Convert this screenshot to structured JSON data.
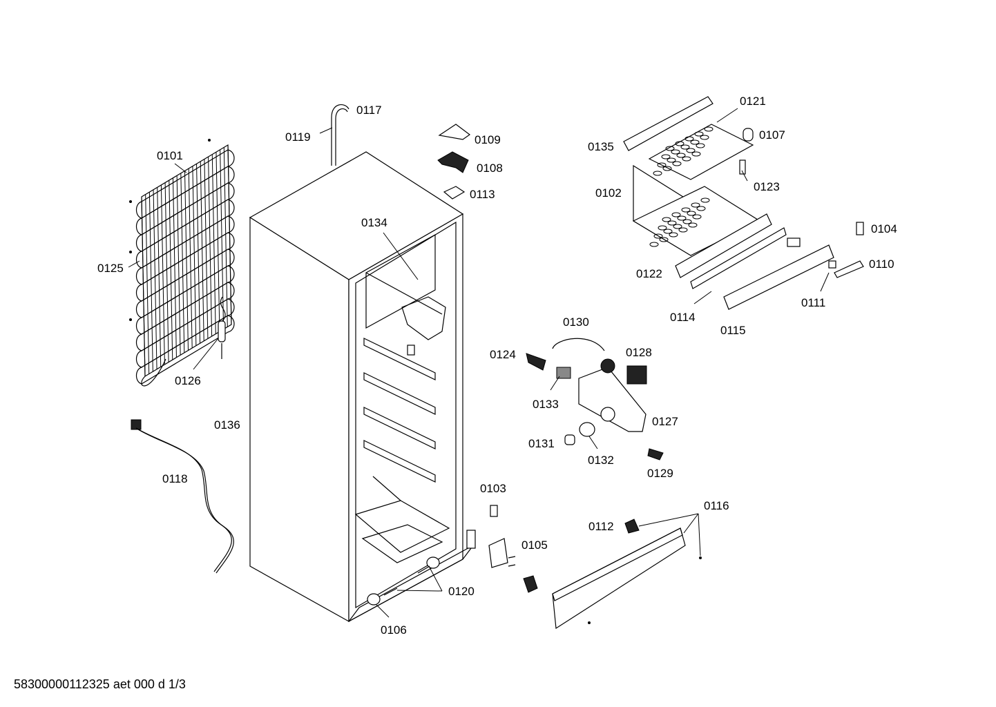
{
  "labels": {
    "p0101": "0101",
    "p0102": "0102",
    "p0103": "0103",
    "p0104": "0104",
    "p0105": "0105",
    "p0106": "0106",
    "p0107": "0107",
    "p0108": "0108",
    "p0109": "0109",
    "p0110": "0110",
    "p0111": "0111",
    "p0112": "0112",
    "p0113": "0113",
    "p0114": "0114",
    "p0115": "0115",
    "p0116": "0116",
    "p0117": "0117",
    "p0118": "0118",
    "p0119": "0119",
    "p0120": "0120",
    "p0121": "0121",
    "p0122": "0122",
    "p0123": "0123",
    "p0124": "0124",
    "p0125": "0125",
    "p0126": "0126",
    "p0127": "0127",
    "p0128": "0128",
    "p0129": "0129",
    "p0130": "0130",
    "p0131": "0131",
    "p0132": "0132",
    "p0133": "0133",
    "p0134": "0134",
    "p0135": "0135",
    "p0136": "0136"
  },
  "footer": "58300000112325 aet 000 d 1/3"
}
